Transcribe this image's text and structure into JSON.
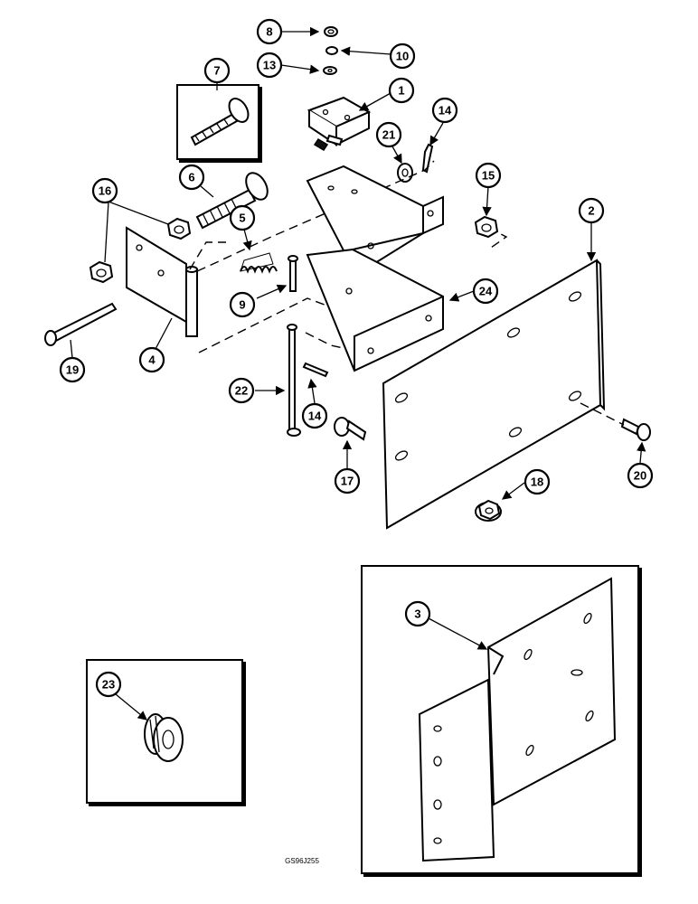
{
  "figure_id": "GS96J255",
  "callouts": [
    "1",
    "2",
    "3",
    "4",
    "5",
    "6",
    "7",
    "8",
    "9",
    "10",
    "13",
    "14",
    "14",
    "15",
    "16",
    "17",
    "18",
    "19",
    "20",
    "21",
    "22",
    "23",
    "24"
  ]
}
